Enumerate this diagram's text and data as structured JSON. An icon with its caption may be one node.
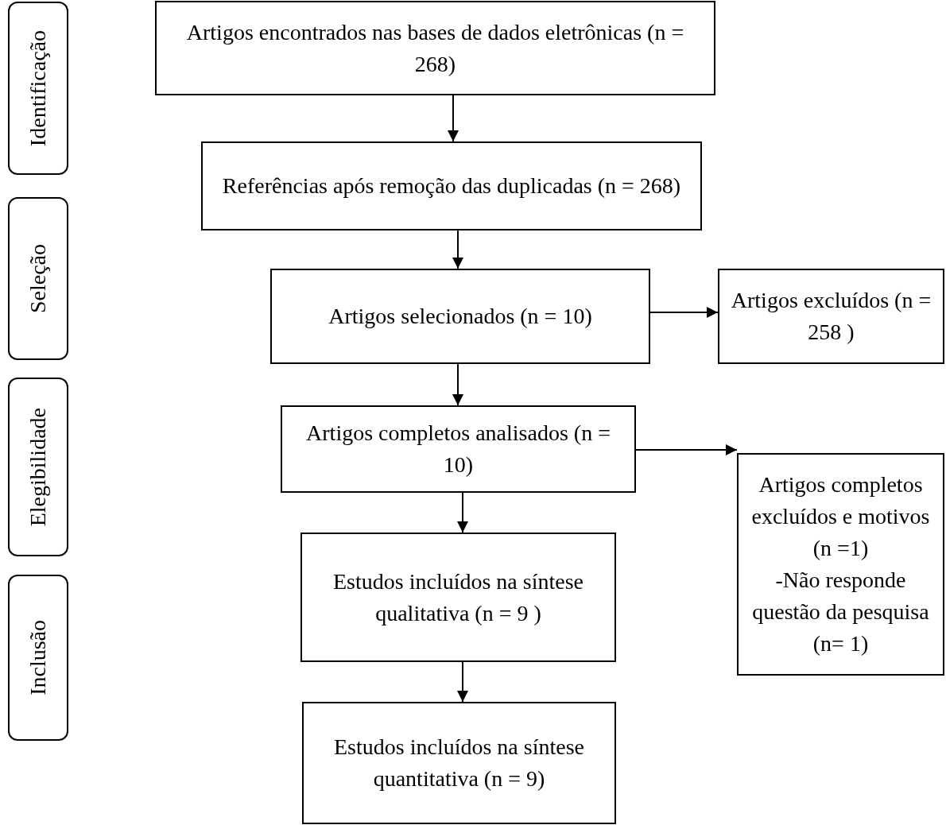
{
  "diagram": {
    "nodes": [
      {
        "text": [
          "Identificação"
        ]
      },
      {
        "text": [
          "Seleção"
        ]
      },
      {
        "text": [
          "Elegibilidade"
        ]
      },
      {
        "text": [
          "Inclusão"
        ]
      },
      {
        "text": [
          "Artigos encontrados nas bases de dados eletrônicas (n = 268)"
        ]
      },
      {
        "text": [
          "Referências após remoção das duplicadas (n = 268)"
        ]
      },
      {
        "text": [
          "Artigos selecionados (n = 10)"
        ]
      },
      {
        "text": [
          "Artigos excluídos (n = 258 )"
        ]
      },
      {
        "text": [
          "Artigos completos analisados (n = 10)"
        ]
      },
      {
        "text": [
          "Artigos completos excluídos e motivos (n =1)",
          "-Não responde questão da pesquisa (n= 1)"
        ]
      },
      {
        "text": [
          "Estudos incluídos na síntese qualitativa (n = 9 )"
        ]
      },
      {
        "text": [
          "Estudos incluídos na síntese quantitativa (n = 9)"
        ]
      }
    ],
    "edges": [
      {
        "from": 4,
        "to": 5,
        "arrow": "to"
      },
      {
        "from": 5,
        "to": 6,
        "arrow": "to"
      },
      {
        "from": 6,
        "to": 7,
        "arrow": "to"
      },
      {
        "from": 6,
        "to": 8,
        "arrow": "to"
      },
      {
        "from": 8,
        "to": 9,
        "arrow": "to"
      },
      {
        "from": 8,
        "to": 10,
        "arrow": "to"
      },
      {
        "from": 10,
        "to": 11,
        "arrow": "to"
      }
    ]
  }
}
